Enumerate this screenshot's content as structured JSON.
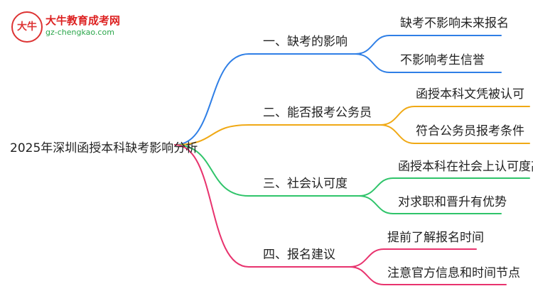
{
  "logo": {
    "name": "大牛教育成考网",
    "url": "gz-chengkao.com",
    "mark": "大牛"
  },
  "root": "2025年深圳函授本科缺考影响分析",
  "colors": {
    "blue": "#2f7fe6",
    "orange": "#f0a915",
    "green": "#2fc46a",
    "pink": "#e8336e"
  },
  "branches": [
    {
      "label": "一、缺考的影响",
      "color": "blue",
      "leaves": [
        "缺考不影响未来报名",
        "不影响考生信誉"
      ]
    },
    {
      "label": "二、能否报考公务员",
      "color": "orange",
      "leaves": [
        "函授本科文凭被认可",
        "符合公务员报考条件"
      ]
    },
    {
      "label": "三、社会认可度",
      "color": "green",
      "leaves": [
        "函授本科在社会上认可度高",
        "对求职和晋升有优势"
      ]
    },
    {
      "label": "四、报名建议",
      "color": "pink",
      "leaves": [
        "提前了解报名时间",
        "注意官方信息和时间节点"
      ]
    }
  ]
}
